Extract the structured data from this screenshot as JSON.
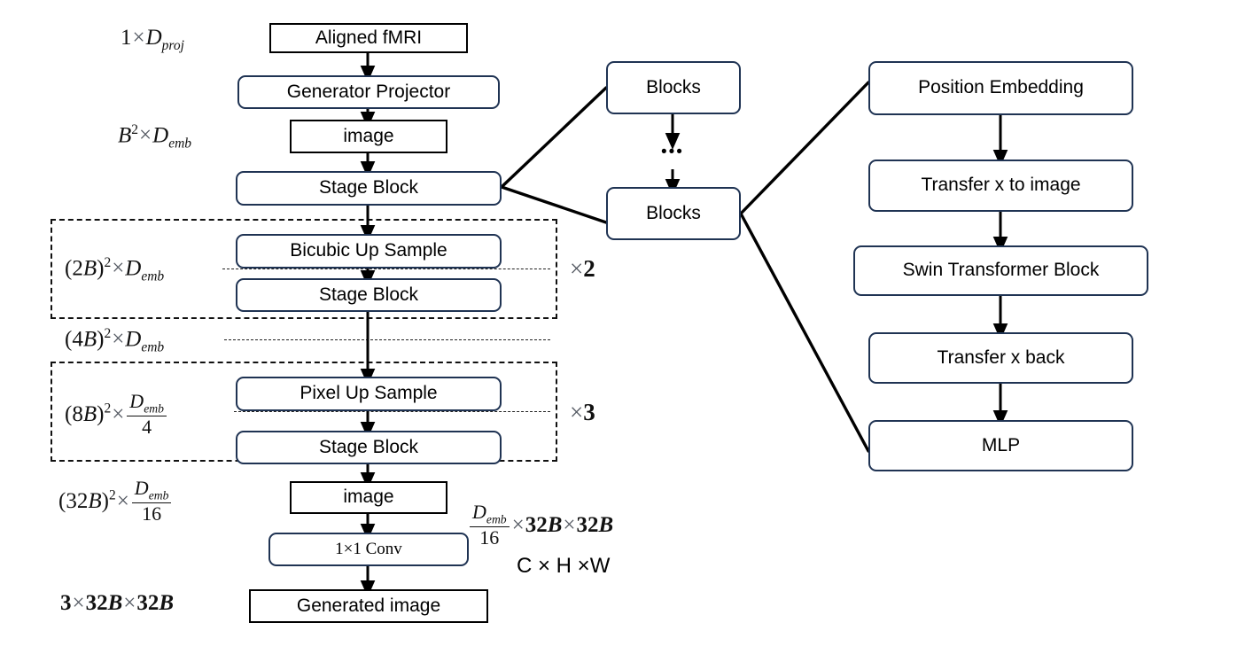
{
  "diagram": {
    "title": "fMRI-to-image generator architecture",
    "colors": {
      "node_stroke_rounded": "#1f3353",
      "node_stroke_sharp": "#000000",
      "group_dashed": "#111111",
      "arrow": "#000000",
      "background": "#ffffff"
    }
  },
  "left_pipeline": {
    "nodes": [
      {
        "id": "aligned-fmri",
        "label": "Aligned fMRI",
        "style": "sharp"
      },
      {
        "id": "generator-projector",
        "label": "Generator Projector",
        "style": "rounded"
      },
      {
        "id": "image-top",
        "label": "image",
        "style": "sharp"
      },
      {
        "id": "stage-block-1",
        "label": "Stage Block",
        "style": "rounded"
      },
      {
        "id": "bicubic-up-sample",
        "label": "Bicubic Up Sample",
        "style": "rounded"
      },
      {
        "id": "stage-block-2",
        "label": "Stage Block",
        "style": "rounded"
      },
      {
        "id": "pixel-up-sample",
        "label": "Pixel Up Sample",
        "style": "rounded"
      },
      {
        "id": "stage-block-3",
        "label": "Stage Block",
        "style": "rounded"
      },
      {
        "id": "image-bottom",
        "label": "image",
        "style": "sharp"
      },
      {
        "id": "conv-1x1",
        "label": "1×1 Conv",
        "style": "rounded"
      },
      {
        "id": "generated-image",
        "label": "Generated image",
        "style": "sharp"
      }
    ],
    "repeat_labels": [
      {
        "id": "repeat-bicubic",
        "text": "× 2"
      },
      {
        "id": "repeat-pixel",
        "text": "× 3"
      }
    ]
  },
  "shape_labels": [
    {
      "id": "shape-1-dproj",
      "text": "1 × D_proj"
    },
    {
      "id": "shape-b2-demb",
      "text": "B² × D_emb"
    },
    {
      "id": "shape-2b2-demb",
      "text": "(2B)² × D_emb"
    },
    {
      "id": "shape-4b2-demb",
      "text": "(4B)² × D_emb"
    },
    {
      "id": "shape-8b2-demb4",
      "text": "(8B)² × D_emb / 4"
    },
    {
      "id": "shape-32b2-demb16",
      "text": "(32B)² × D_emb / 16"
    },
    {
      "id": "shape-demb16-32b-32b",
      "text": "D_emb / 16 × 32B × 32B"
    },
    {
      "id": "shape-chw",
      "text": "C × H ×W"
    },
    {
      "id": "shape-3-32b-32b",
      "text": "3 × 32B × 32B"
    }
  ],
  "middle_column": {
    "nodes": [
      {
        "id": "blocks-top",
        "label": "Blocks"
      },
      {
        "id": "blocks-bottom",
        "label": "Blocks"
      }
    ],
    "ellipsis": "•••"
  },
  "right_pipeline": {
    "nodes": [
      {
        "id": "position-embedding",
        "label": "Position Embedding"
      },
      {
        "id": "transfer-x-to-image",
        "label": "Transfer x to image"
      },
      {
        "id": "swin-transformer-block",
        "label": "Swin Transformer Block"
      },
      {
        "id": "transfer-x-back",
        "label": "Transfer x back"
      },
      {
        "id": "mlp",
        "label": "MLP"
      }
    ]
  }
}
